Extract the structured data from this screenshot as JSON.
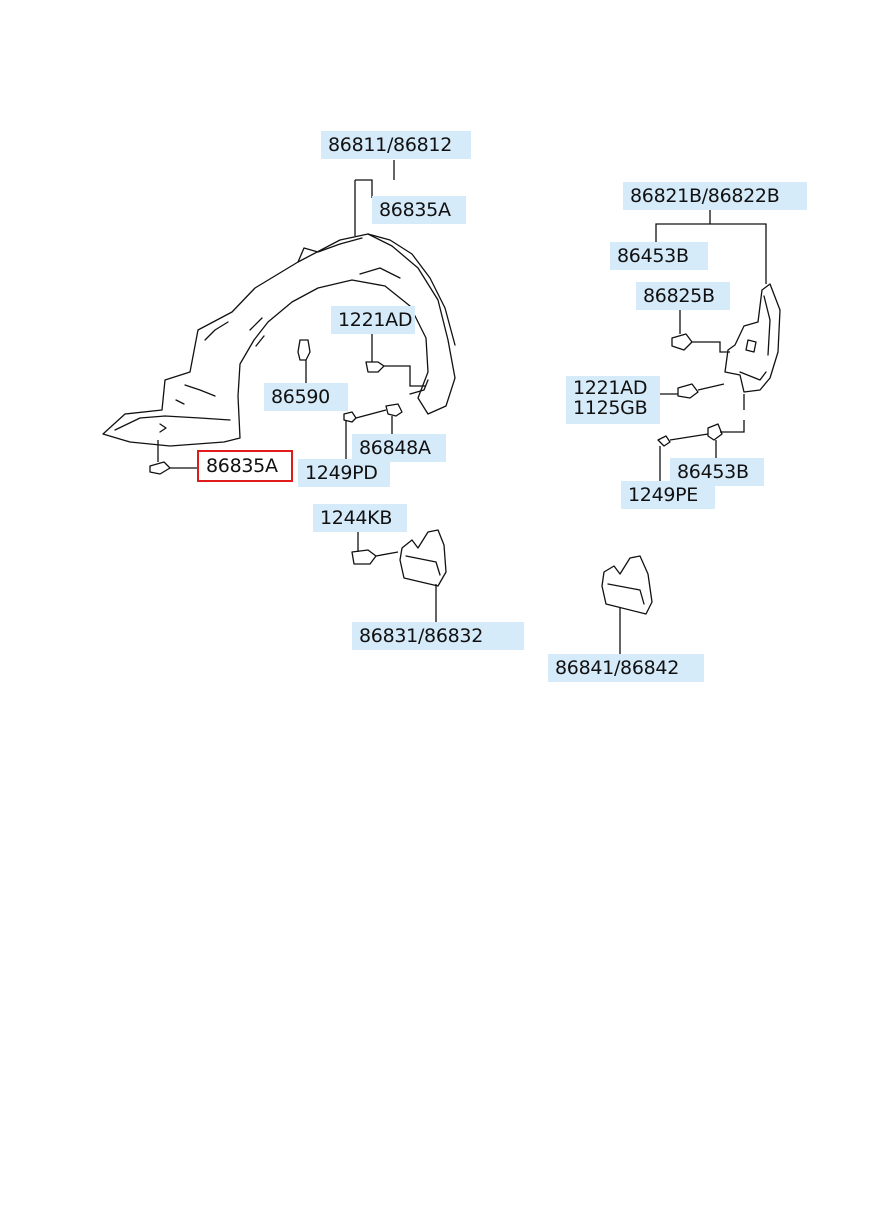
{
  "diagram": {
    "selected_part": "86835A",
    "selection_color": "#e01b1b",
    "label_background": "#d6ebfa",
    "labels": {
      "p86811": "86811/86812",
      "p86835a_top": "86835A",
      "p86821b": "86821B/86822B",
      "p86453b_top": "86453B",
      "p86825b": "86825B",
      "p1221ad_left": "1221AD",
      "p1221ad_right": "1221AD",
      "p1125gb": "1125GB",
      "p86590": "86590",
      "p86848a": "86848A",
      "p86835a_sel": "86835A",
      "p1249pd": "1249PD",
      "p86453b_bottom": "86453B",
      "p1249pe": "1249PE",
      "p1244kb": "1244KB",
      "p86831": "86831/86832",
      "p86841": "86841/86842"
    }
  }
}
